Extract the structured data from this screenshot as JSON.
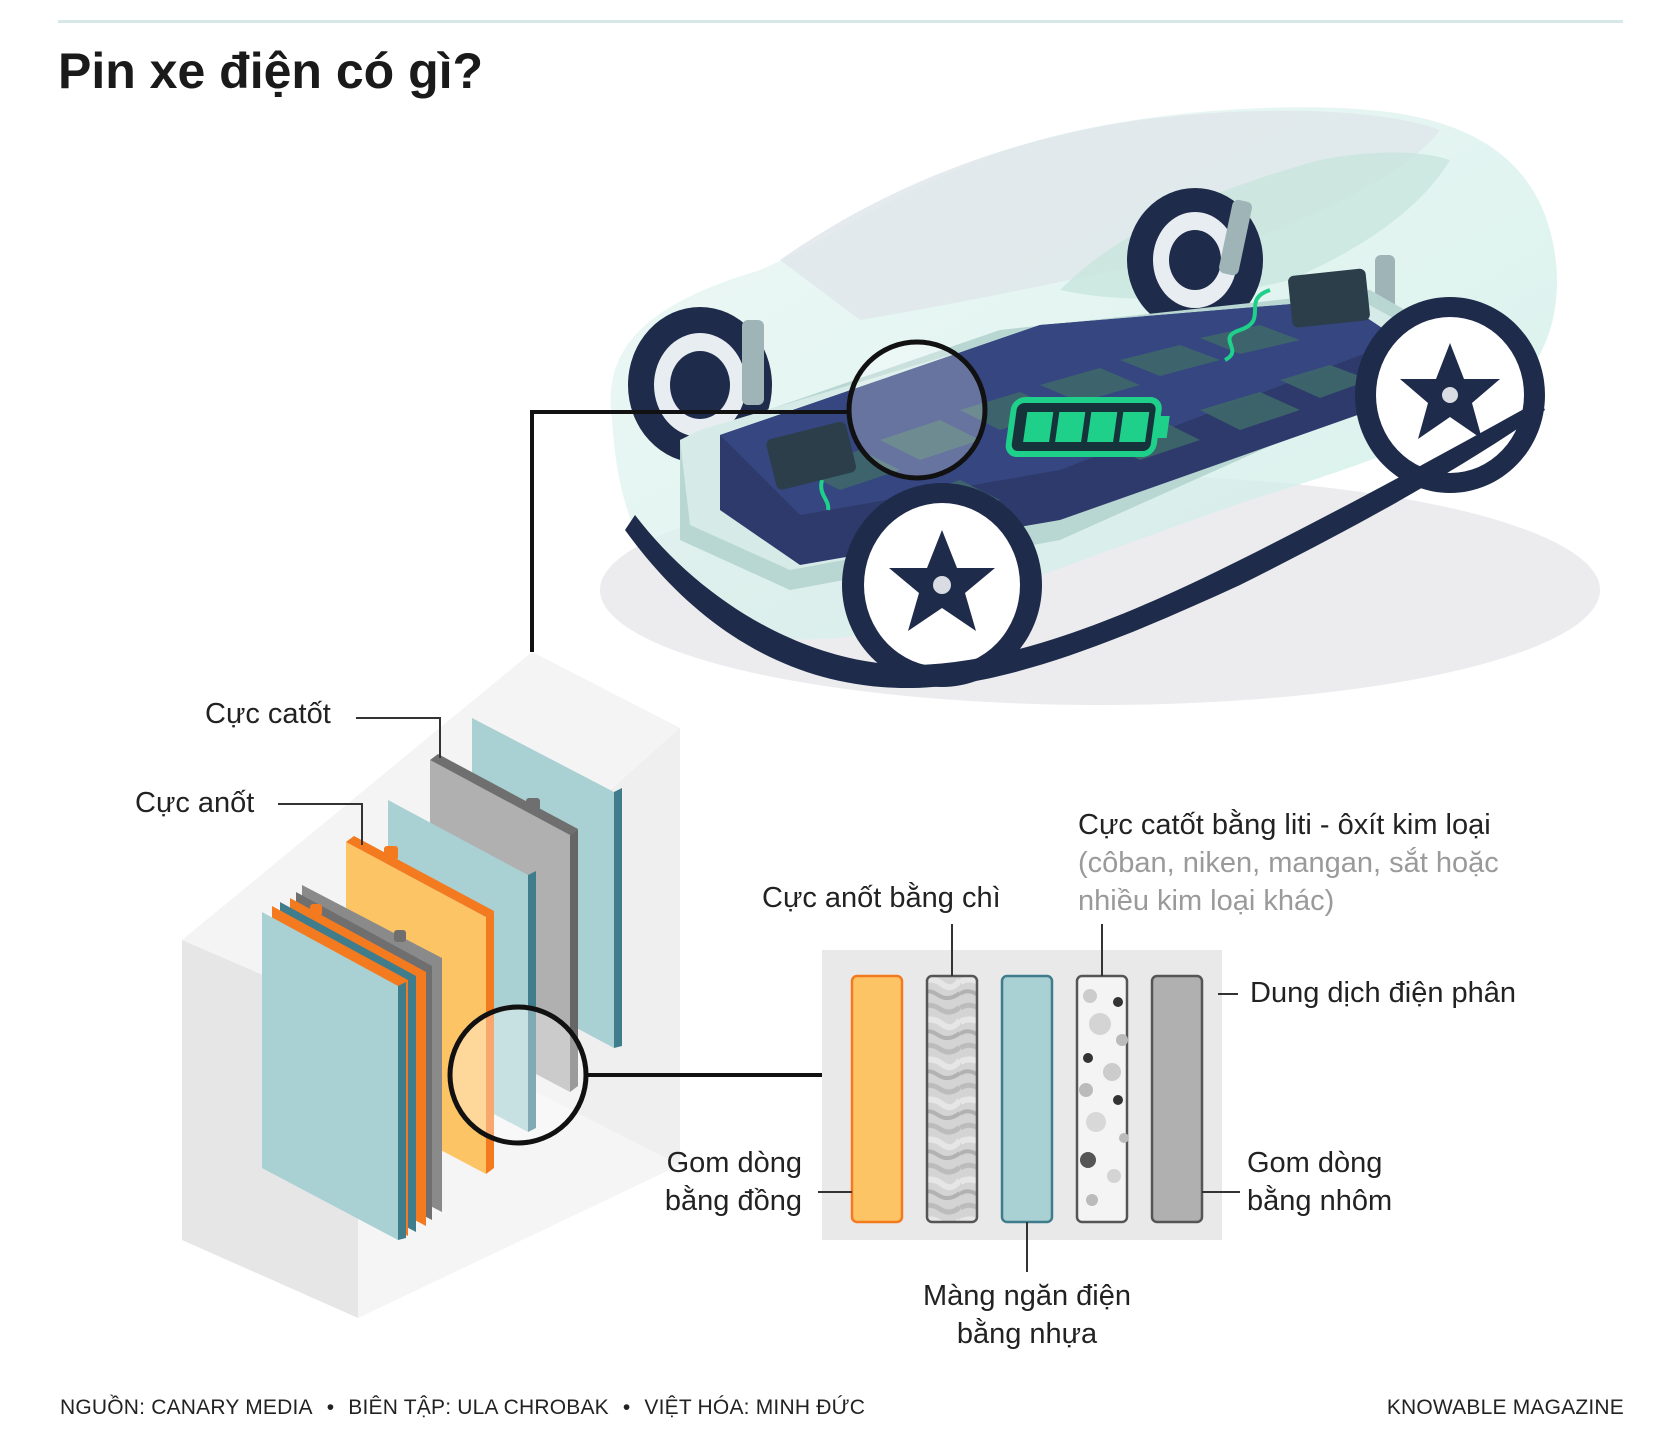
{
  "title": "Pin xe điện có gì?",
  "labels": {
    "cathode": "Cực catốt",
    "anode": "Cực anốt",
    "anode_graphite": "Cực anốt bằng chì",
    "cathode_lithium_line1": "Cực catốt bằng liti - ôxít kim loại",
    "cathode_lithium_line2": "(côban, niken, mangan, sắt hoặc",
    "cathode_lithium_line3": "nhiều kim loại khác)",
    "electrolyte": "Dung dịch điện phân",
    "copper_collector_line1": "Gom dòng",
    "copper_collector_line2": "bằng đồng",
    "aluminum_collector_line1": "Gom dòng",
    "aluminum_collector_line2": "bằng nhôm",
    "separator_line1": "Màng ngăn điện",
    "separator_line2": "bằng nhựa"
  },
  "footer": {
    "source": "NGUỒN: CANARY MEDIA",
    "editor": "BIÊN TẬP: ULA CHROBAK",
    "translation": "VIỆT HÓA: MINH ĐỨC",
    "publisher": "KNOWABLE MAGAZINE"
  },
  "colors": {
    "copper_orange": "#fdc466",
    "copper_edge": "#f47a20",
    "teal": "#a9d0d3",
    "teal_edge": "#3f7d8c",
    "gray_sheet": "#b0b0b0",
    "navy": "#1e2b4a",
    "green_accent": "#1fd08a"
  },
  "icons": [
    "battery-icon",
    "wheel-icon"
  ]
}
